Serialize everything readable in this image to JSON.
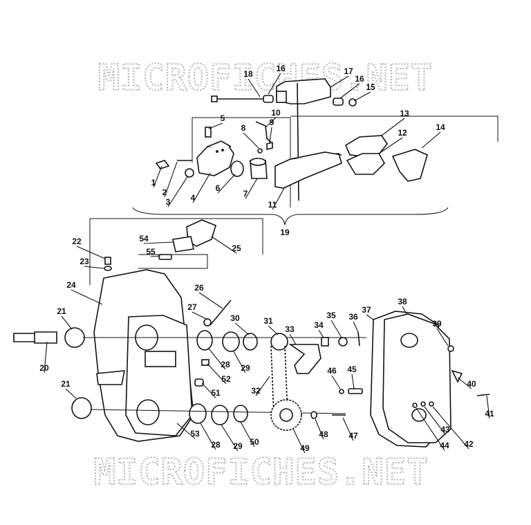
{
  "watermark": {
    "top_text": "MICROFICHES.NET",
    "bottom_text": "MICROFICHES.NET"
  },
  "callouts": [
    {
      "id": "c18",
      "label": "18"
    },
    {
      "id": "c16a",
      "label": "16"
    },
    {
      "id": "c17",
      "label": "17"
    },
    {
      "id": "c16b",
      "label": "16"
    },
    {
      "id": "c15",
      "label": "15"
    },
    {
      "id": "c10",
      "label": "10"
    },
    {
      "id": "c5",
      "label": "5"
    },
    {
      "id": "c8",
      "label": "8"
    },
    {
      "id": "c9",
      "label": "9"
    },
    {
      "id": "c13",
      "label": "13"
    },
    {
      "id": "c12",
      "label": "12"
    },
    {
      "id": "c14",
      "label": "14"
    },
    {
      "id": "c1",
      "label": "1"
    },
    {
      "id": "c2",
      "label": "2"
    },
    {
      "id": "c3",
      "label": "3"
    },
    {
      "id": "c4",
      "label": "4"
    },
    {
      "id": "c6",
      "label": "6"
    },
    {
      "id": "c7",
      "label": "7"
    },
    {
      "id": "c11",
      "label": "11"
    },
    {
      "id": "c19",
      "label": "19"
    },
    {
      "id": "c22",
      "label": "22"
    },
    {
      "id": "c54",
      "label": "54"
    },
    {
      "id": "c25",
      "label": "25"
    },
    {
      "id": "c55",
      "label": "55"
    },
    {
      "id": "c23",
      "label": "23"
    },
    {
      "id": "c24",
      "label": "24"
    },
    {
      "id": "c26",
      "label": "26"
    },
    {
      "id": "c27",
      "label": "27"
    },
    {
      "id": "c21a",
      "label": "21"
    },
    {
      "id": "c30",
      "label": "30"
    },
    {
      "id": "c31",
      "label": "31"
    },
    {
      "id": "c33",
      "label": "33"
    },
    {
      "id": "c34",
      "label": "34"
    },
    {
      "id": "c35",
      "label": "35"
    },
    {
      "id": "c36",
      "label": "36"
    },
    {
      "id": "c37",
      "label": "37"
    },
    {
      "id": "c38",
      "label": "38"
    },
    {
      "id": "c39",
      "label": "39"
    },
    {
      "id": "c20",
      "label": "20"
    },
    {
      "id": "c28a",
      "label": "28"
    },
    {
      "id": "c29a",
      "label": "29"
    },
    {
      "id": "c52",
      "label": "52"
    },
    {
      "id": "c46",
      "label": "46"
    },
    {
      "id": "c45",
      "label": "45"
    },
    {
      "id": "c40",
      "label": "40"
    },
    {
      "id": "c51",
      "label": "51"
    },
    {
      "id": "c32",
      "label": "32"
    },
    {
      "id": "c21b",
      "label": "21"
    },
    {
      "id": "c41",
      "label": "41"
    },
    {
      "id": "c53",
      "label": "53"
    },
    {
      "id": "c28b",
      "label": "28"
    },
    {
      "id": "c29b",
      "label": "29"
    },
    {
      "id": "c50",
      "label": "50"
    },
    {
      "id": "c48",
      "label": "48"
    },
    {
      "id": "c47",
      "label": "47"
    },
    {
      "id": "c43",
      "label": "43"
    },
    {
      "id": "c44",
      "label": "44"
    },
    {
      "id": "c42",
      "label": "42"
    },
    {
      "id": "c49",
      "label": "49"
    }
  ]
}
